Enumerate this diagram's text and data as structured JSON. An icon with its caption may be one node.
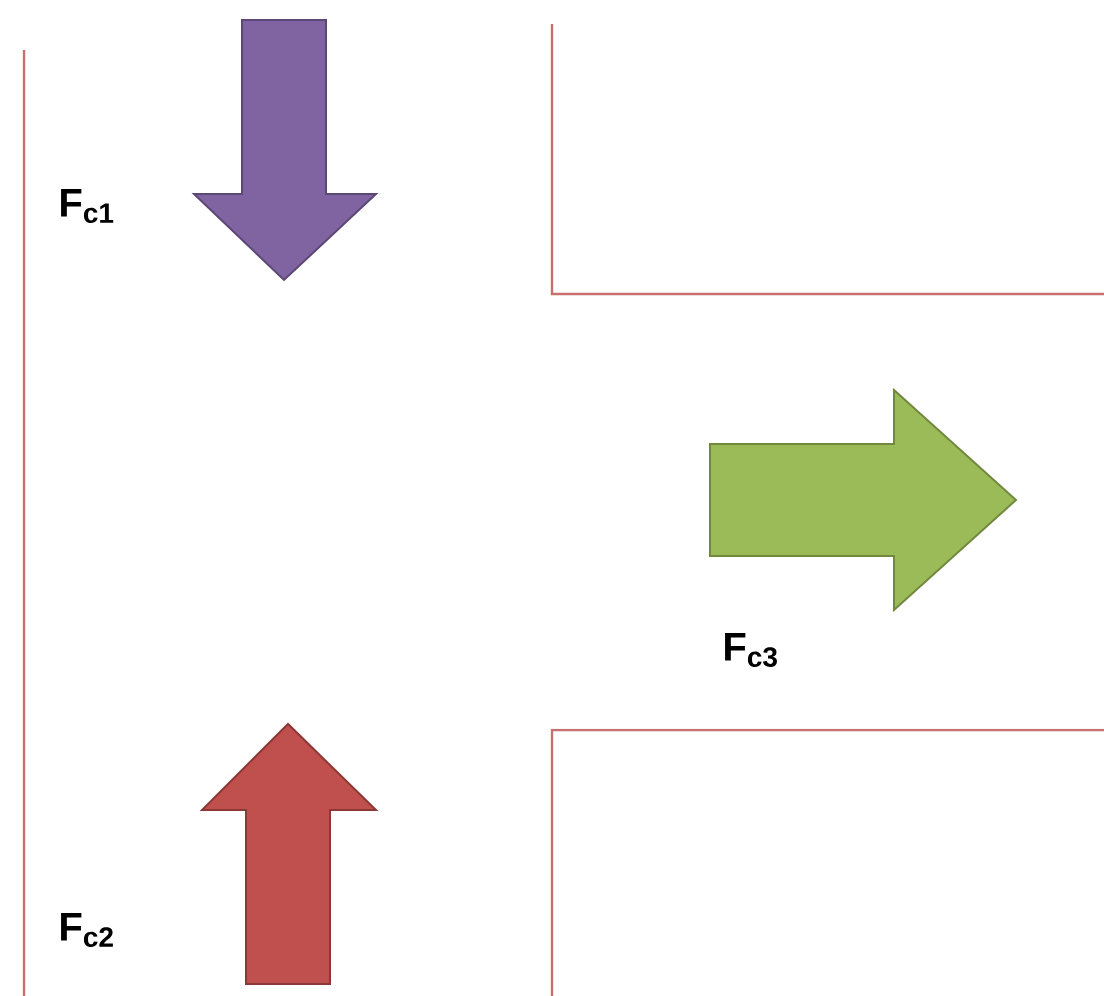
{
  "diagram": {
    "labels": [
      "F$_{c1}$",
      "F$_{c2}$",
      "F$_{c3}$"
    ]
  }
}
